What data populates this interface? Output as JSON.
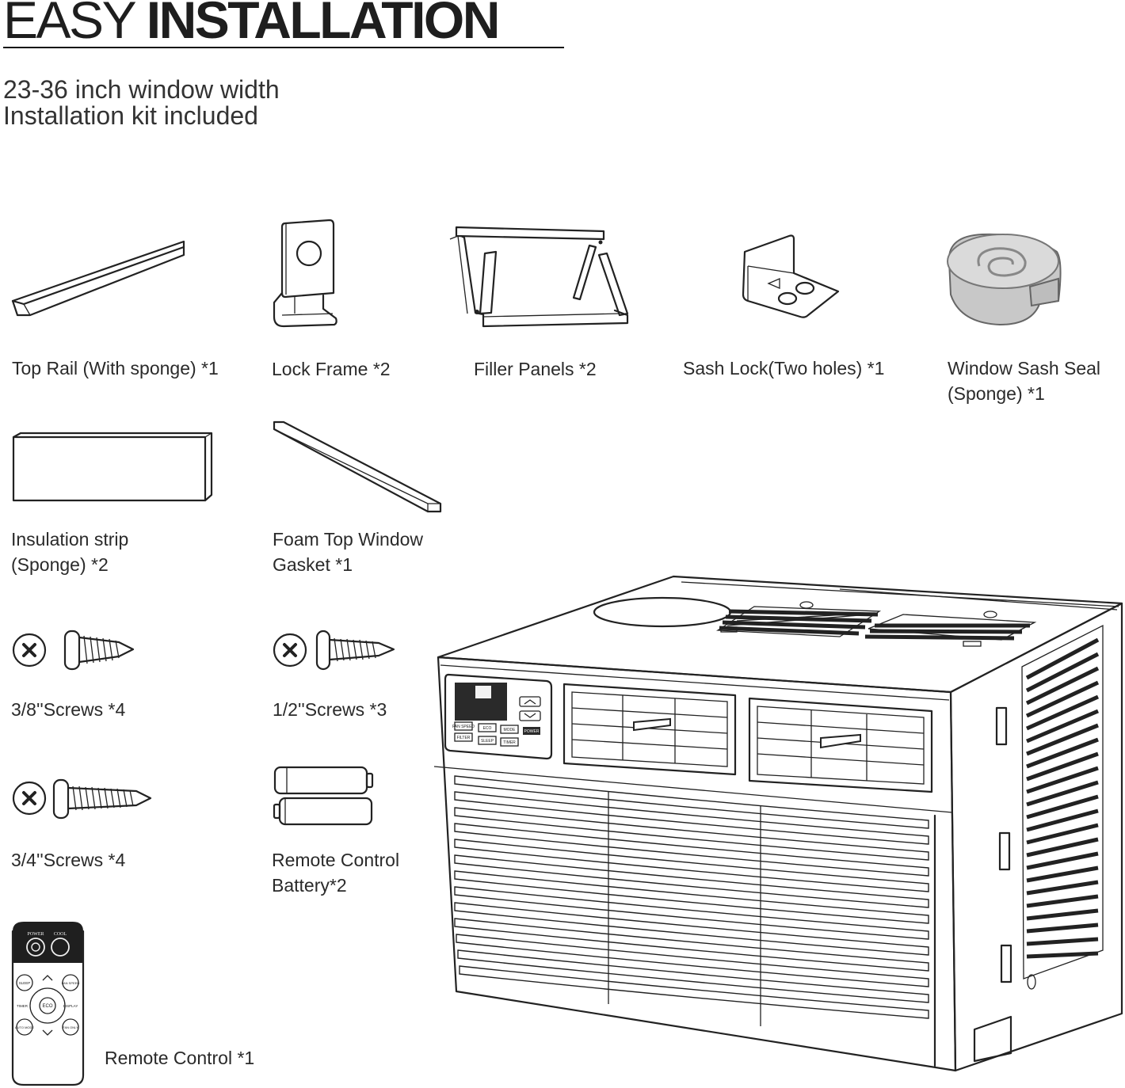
{
  "header": {
    "title_part1": "EASY",
    "title_part2": "INSTALLATION",
    "subtitle_line1": "23-36 inch window width",
    "subtitle_line2": "Installation kit included",
    "accent_color": "#7cc24a"
  },
  "items": [
    {
      "line1": "Top Rail (With sponge) *1",
      "line2": "",
      "icon": "top-rail-icon"
    },
    {
      "line1": "Lock Frame *2",
      "line2": "",
      "icon": "lock-frame-icon"
    },
    {
      "line1": "Filler Panels *2",
      "line2": "",
      "icon": "filler-panels-icon"
    },
    {
      "line1": "Sash Lock(Two holes) *1",
      "line2": "",
      "icon": "sash-lock-icon"
    },
    {
      "line1": "Window Sash Seal",
      "line2": "(Sponge) *1",
      "icon": "sponge-roll-icon"
    },
    {
      "line1": "Insulation strip",
      "line2": "(Sponge) *2",
      "icon": "insulation-strip-icon"
    },
    {
      "line1": "Foam Top Window",
      "line2": "Gasket *1",
      "icon": "foam-gasket-icon"
    },
    {
      "line1": "3/8''Screws *4",
      "line2": "",
      "icon": "screw-icon"
    },
    {
      "line1": "1/2''Screws *3",
      "line2": "",
      "icon": "screw-icon"
    },
    {
      "line1": "3/4''Screws *4",
      "line2": "",
      "icon": "screw-icon"
    },
    {
      "line1": "Remote Control",
      "line2": "Battery*2",
      "icon": "battery-icon"
    },
    {
      "line1": "Remote Control *1",
      "line2": "",
      "icon": "remote-control-icon"
    }
  ],
  "remote_labels": {
    "power": "POWER",
    "cool": "COOL",
    "sleep": "SLEEP",
    "fan_speed": "FAN SPEED",
    "timer": "TIMER",
    "eco": "ECO",
    "display": "DISPLAY",
    "auto_mode": "AUTO MODE",
    "fan_only": "FAN ONLY"
  },
  "ac_panel_labels": {
    "fan_speed": "FAN SPEED",
    "eco": "ECO",
    "mode": "MODE",
    "power": "POWER",
    "filter": "FILTER",
    "sleep": "SLEEP",
    "timer": "TIMER"
  }
}
